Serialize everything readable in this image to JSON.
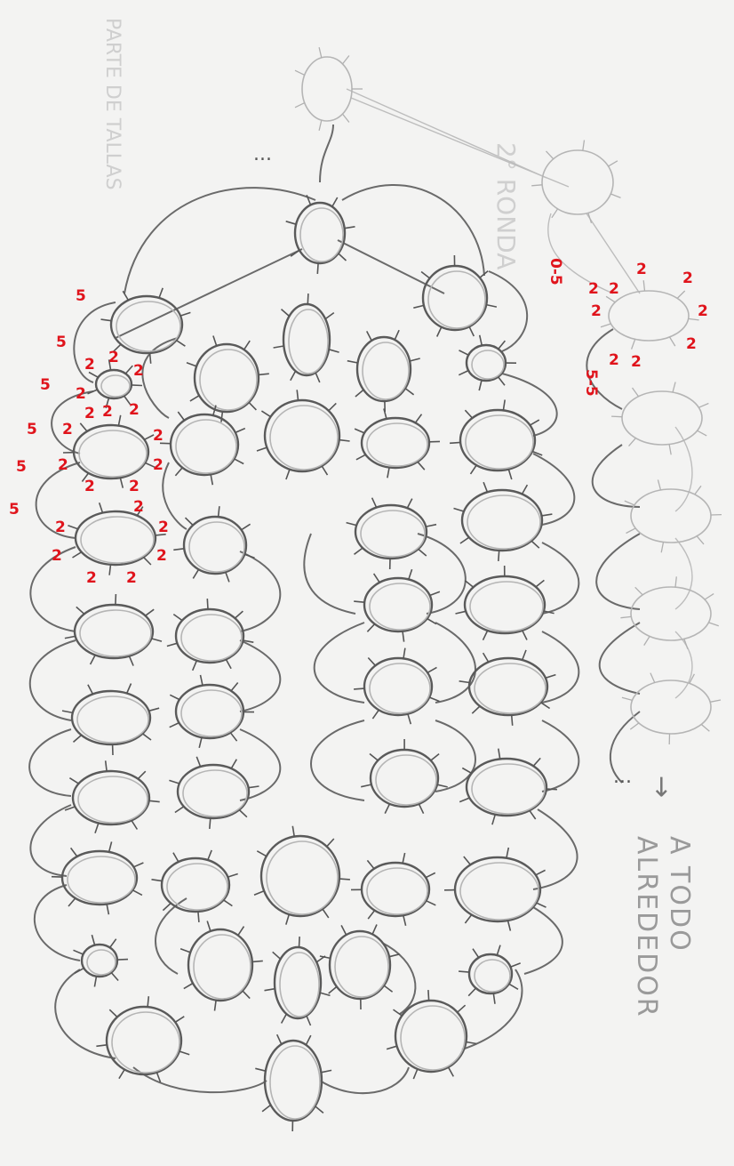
{
  "diagram": {
    "faint_header": "2° RONDA",
    "faint_left_note": "PARTE DE TALLAS",
    "caption_line1": "A TODO",
    "caption_line2": "ALREDEDOR",
    "arrow_glyph": "→",
    "ellipsis": "...",
    "colors": {
      "paper": "#f3f3f2",
      "ink": "#5a5a5a",
      "faint_ink": "#b5b5b5",
      "annotation": "#e0141c"
    },
    "ring_counts": {
      "left_top_outer": "5",
      "left_small": "2",
      "left_chain": "5",
      "right_top_a": "0-5",
      "right_top_b": "2",
      "right_lower": "5-5"
    }
  }
}
